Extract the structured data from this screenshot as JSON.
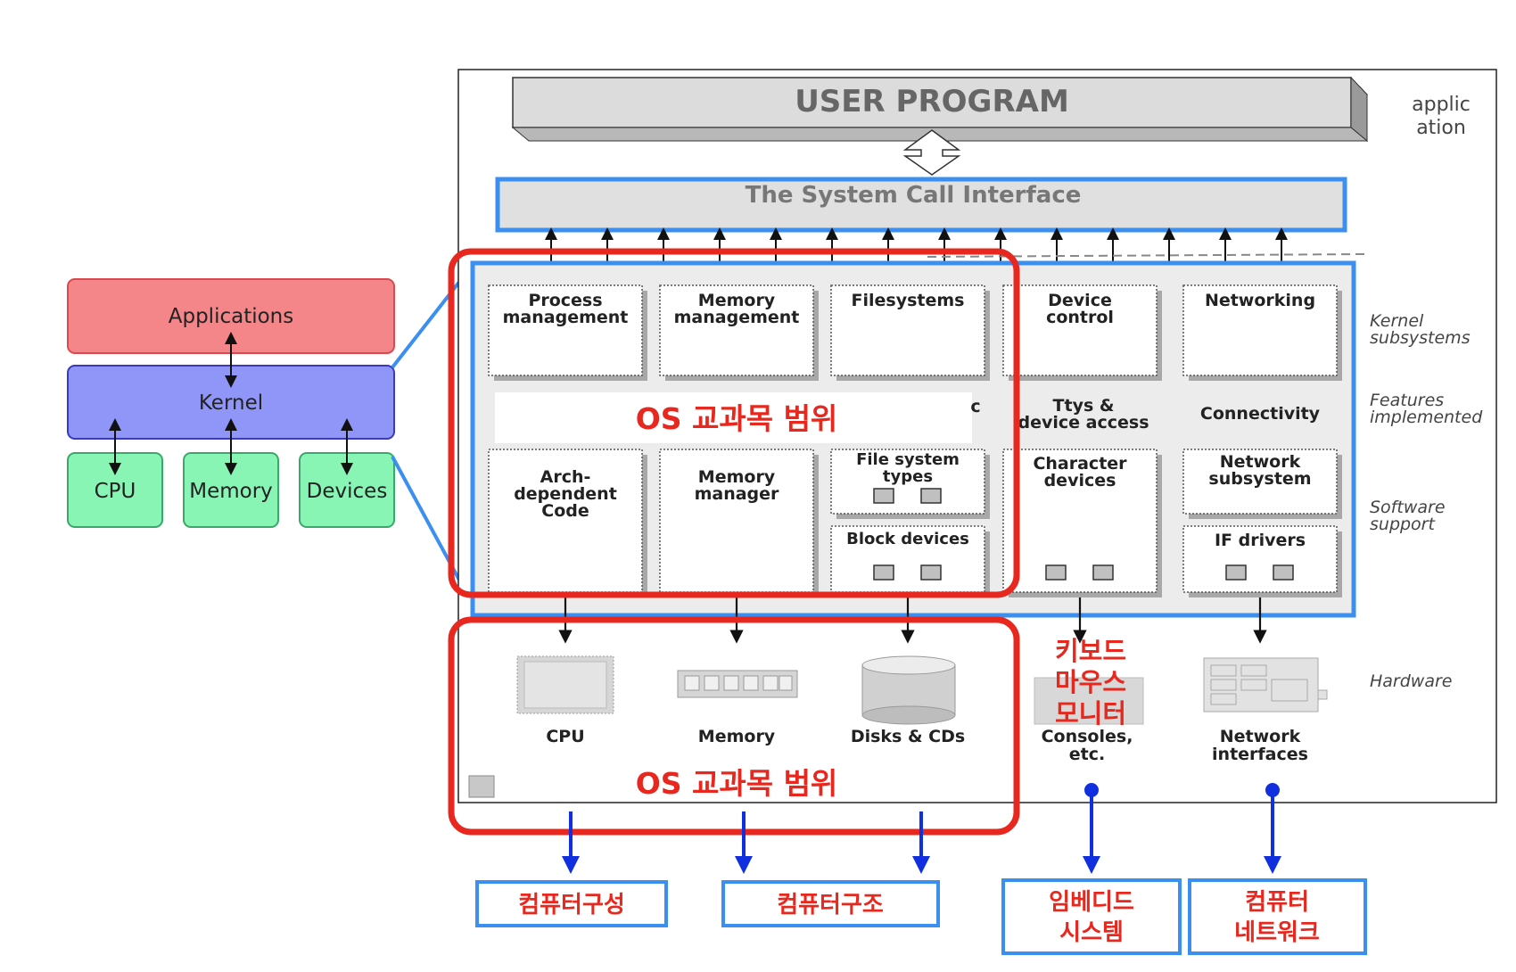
{
  "left_diagram": {
    "applications": "Applications",
    "kernel": "Kernel",
    "cpu": "CPU",
    "memory": "Memory",
    "devices": "Devices",
    "colors": {
      "applications": "#f4868a",
      "kernel": "#8f96f8",
      "hardware": "#88f5b4"
    }
  },
  "right_diagram": {
    "user_program": "USER PROGRAM",
    "application_label_1": "applic",
    "application_label_2": "ation",
    "system_call_interface": "The System Call Interface",
    "subsystems": {
      "process_1": "Process",
      "process_2": "management",
      "memory_1": "Memory",
      "memory_2": "management",
      "filesystems": "Filesystems",
      "device_1": "Device",
      "device_2": "control",
      "networking": "Networking"
    },
    "features": {
      "partial_char": "c",
      "ttys_1": "Ttys &",
      "ttys_2": "device access",
      "connectivity": "Connectivity"
    },
    "software": {
      "arch_1": "Arch-",
      "arch_2": "dependent",
      "arch_3": "Code",
      "memory_manager_1": "Memory",
      "memory_manager_2": "manager",
      "fs_types_1": "File system",
      "fs_types_2": "types",
      "block_devices": "Block devices",
      "character_1": "Character",
      "character_2": "devices",
      "network_sub_1": "Network",
      "network_sub_2": "subsystem",
      "if_drivers": "IF drivers"
    },
    "hardware": {
      "cpu": "CPU",
      "memory": "Memory",
      "disks": "Disks & CDs",
      "consoles_1": "Consoles,",
      "consoles_2": "etc.",
      "network_1": "Network",
      "network_2": "interfaces"
    },
    "side_labels": {
      "kernel_1": "Kernel",
      "kernel_2": "subsystems",
      "features_1": "Features",
      "features_2": "implemented",
      "software_1": "Software",
      "software_2": "support",
      "hardware": "Hardware"
    }
  },
  "annotations": {
    "os_scope_top": "OS 교과목 범위",
    "os_scope_bottom": "OS 교과목 범위",
    "keyboard_1": "키보드",
    "keyboard_2": "마우스",
    "keyboard_3": "모니터"
  },
  "courses": {
    "computer_organization": "컴퓨터구성",
    "computer_architecture": "컴퓨터구조",
    "embedded_1": "임베디드",
    "embedded_2": "시스템",
    "network_1": "컴퓨터",
    "network_2": "네트워크"
  },
  "colors": {
    "red_highlight": "#e8281e",
    "blue_highlight": "#3a8ff0",
    "course_text": "#e8281e",
    "course_arrow": "#1030e0"
  }
}
